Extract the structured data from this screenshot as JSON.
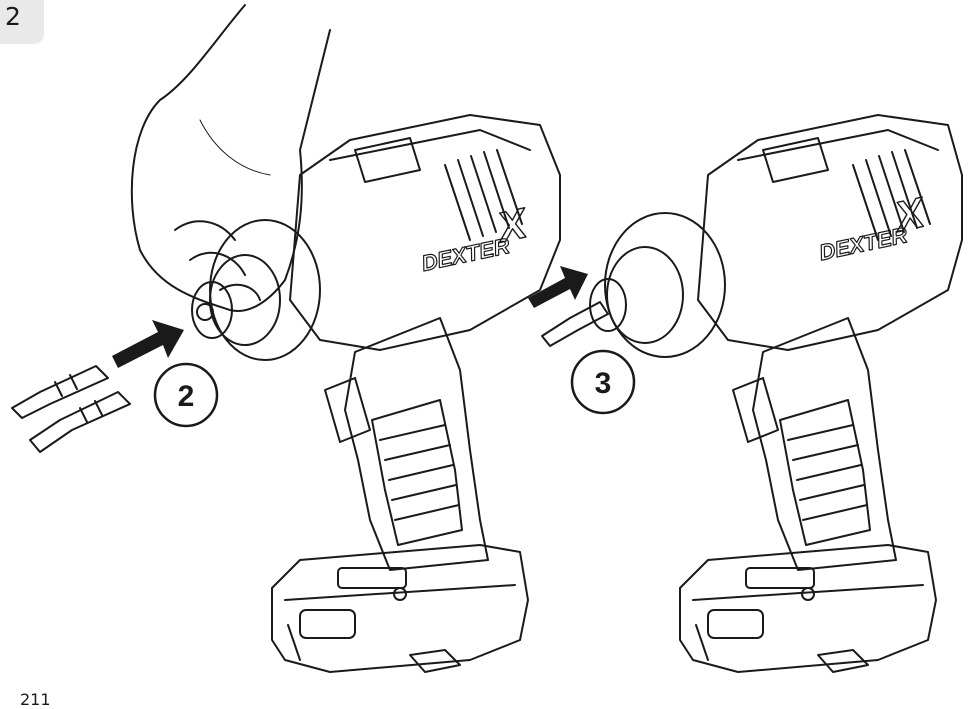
{
  "step_tab": {
    "number": "2"
  },
  "callouts": [
    {
      "id": "step-2",
      "label": "2"
    },
    {
      "id": "step-3",
      "label": "3"
    }
  ],
  "tool": {
    "brand_text": "DEXTER",
    "brand_mark": "X"
  },
  "page_number": "211",
  "colors": {
    "line": "#1a1a1a",
    "tab_background": "#e9e9e9",
    "background": "#ffffff"
  }
}
